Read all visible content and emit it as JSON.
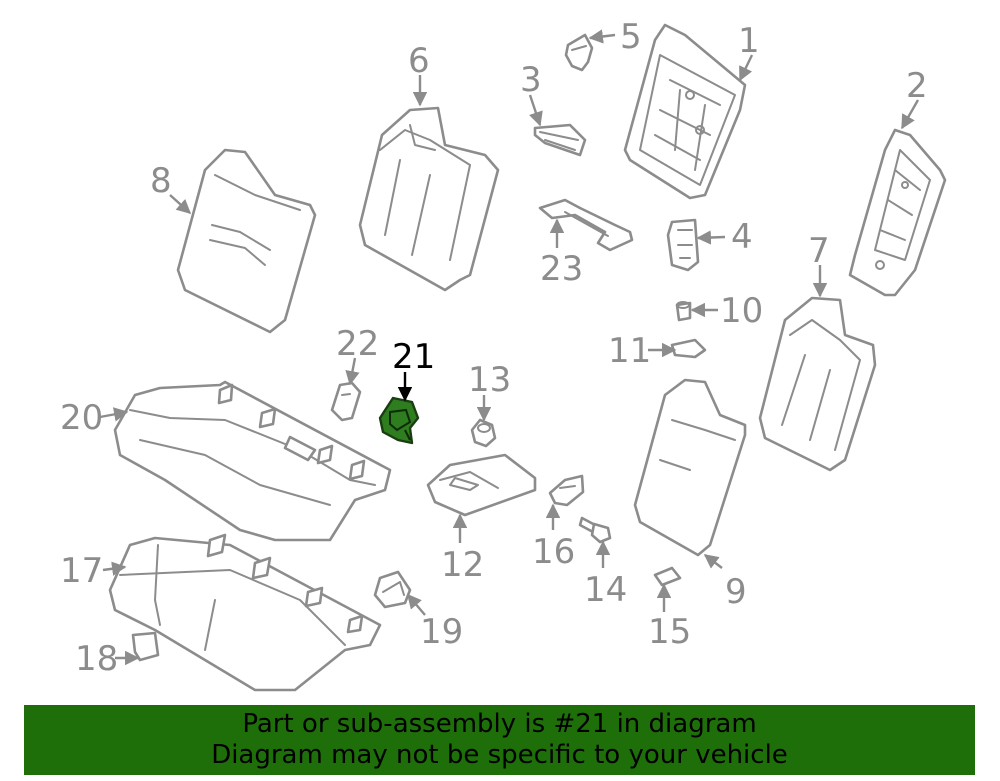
{
  "diagram": {
    "highlight_color": "#2e7d1f",
    "line_color": "#8c8c8c",
    "labels": [
      "1",
      "2",
      "3",
      "4",
      "5",
      "6",
      "7",
      "8",
      "9",
      "10",
      "11",
      "12",
      "13",
      "14",
      "15",
      "16",
      "17",
      "18",
      "19",
      "20",
      "21",
      "22",
      "23"
    ],
    "highlighted_label": "21"
  },
  "banner": {
    "line1": "Part or sub-assembly is #21 in diagram",
    "line2": "Diagram may not be specific to your vehicle",
    "background": "#1e6f0a"
  }
}
